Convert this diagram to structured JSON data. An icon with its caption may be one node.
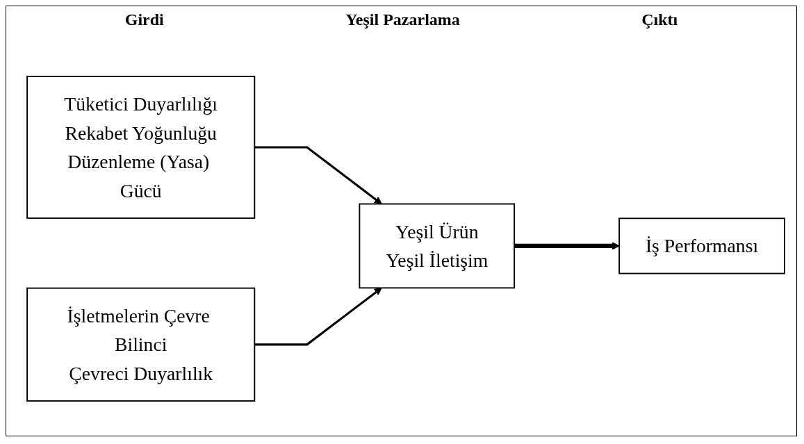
{
  "diagram": {
    "nodes": [
      {
        "text": [
          "Tüketici Duyarlılığı",
          "Rekabet Yoğunluğu",
          "Düzenleme (Yasa) Gücü"
        ]
      },
      {
        "text": [
          "Yeşil Ürün",
          "Yeşil İletişim"
        ]
      },
      {
        "text": [
          "İş Performansı"
        ]
      },
      {
        "text": [
          "İşletmelerin Çevre Bilinci",
          "Çevreci Duyarlılık"
        ]
      }
    ],
    "edges": [
      {
        "from": 0,
        "to": 1,
        "arrow": "to"
      },
      {
        "from": 3,
        "to": 1,
        "arrow": "to"
      },
      {
        "from": 1,
        "to": 2,
        "arrow": "to",
        "style": "thick"
      }
    ],
    "labels": [
      "Girdi",
      "Yeşil Pazarlama",
      "Çıktı"
    ]
  }
}
